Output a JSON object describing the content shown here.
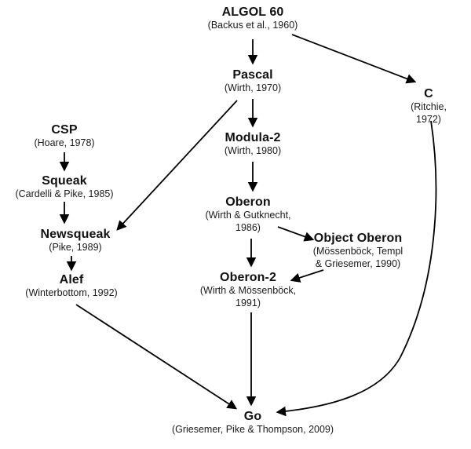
{
  "diagram_type": "language-genealogy",
  "colors": {
    "ink": "#000000",
    "background": "#ffffff"
  },
  "nodes": {
    "algol60": {
      "label": "ALGOL 60",
      "citation": "(Backus et al., 1960)"
    },
    "pascal": {
      "label": "Pascal",
      "citation": "(Wirth, 1970)"
    },
    "c": {
      "label": "C",
      "citation": "(Ritchie, 1972)"
    },
    "csp": {
      "label": "CSP",
      "citation": "(Hoare, 1978)"
    },
    "modula2": {
      "label": "Modula-2",
      "citation": "(Wirth, 1980)"
    },
    "squeak": {
      "label": "Squeak",
      "citation": "(Cardelli & Pike, 1985)"
    },
    "oberon": {
      "label": "Oberon",
      "citation": "(Wirth & Gutknecht,\n1986)"
    },
    "newsqueak": {
      "label": "Newsqueak",
      "citation": "(Pike, 1989)"
    },
    "objectoberon": {
      "label": "Object Oberon",
      "citation": "(Mössenböck, Templ\n& Griesemer, 1990)"
    },
    "oberon2": {
      "label": "Oberon-2",
      "citation": "(Wirth & Mössenböck,\n1991)"
    },
    "alef": {
      "label": "Alef",
      "citation": "(Winterbottom, 1992)"
    },
    "go": {
      "label": "Go",
      "citation": "(Griesemer, Pike & Thompson, 2009)"
    }
  },
  "edges": [
    {
      "from": "algol60",
      "to": "pascal"
    },
    {
      "from": "algol60",
      "to": "c"
    },
    {
      "from": "pascal",
      "to": "modula2"
    },
    {
      "from": "pascal",
      "to": "newsqueak"
    },
    {
      "from": "modula2",
      "to": "oberon"
    },
    {
      "from": "csp",
      "to": "squeak"
    },
    {
      "from": "squeak",
      "to": "newsqueak"
    },
    {
      "from": "oberon",
      "to": "objectoberon"
    },
    {
      "from": "oberon",
      "to": "oberon2"
    },
    {
      "from": "objectoberon",
      "to": "oberon2"
    },
    {
      "from": "newsqueak",
      "to": "alef"
    },
    {
      "from": "alef",
      "to": "go"
    },
    {
      "from": "oberon2",
      "to": "go"
    },
    {
      "from": "c",
      "to": "go"
    }
  ]
}
